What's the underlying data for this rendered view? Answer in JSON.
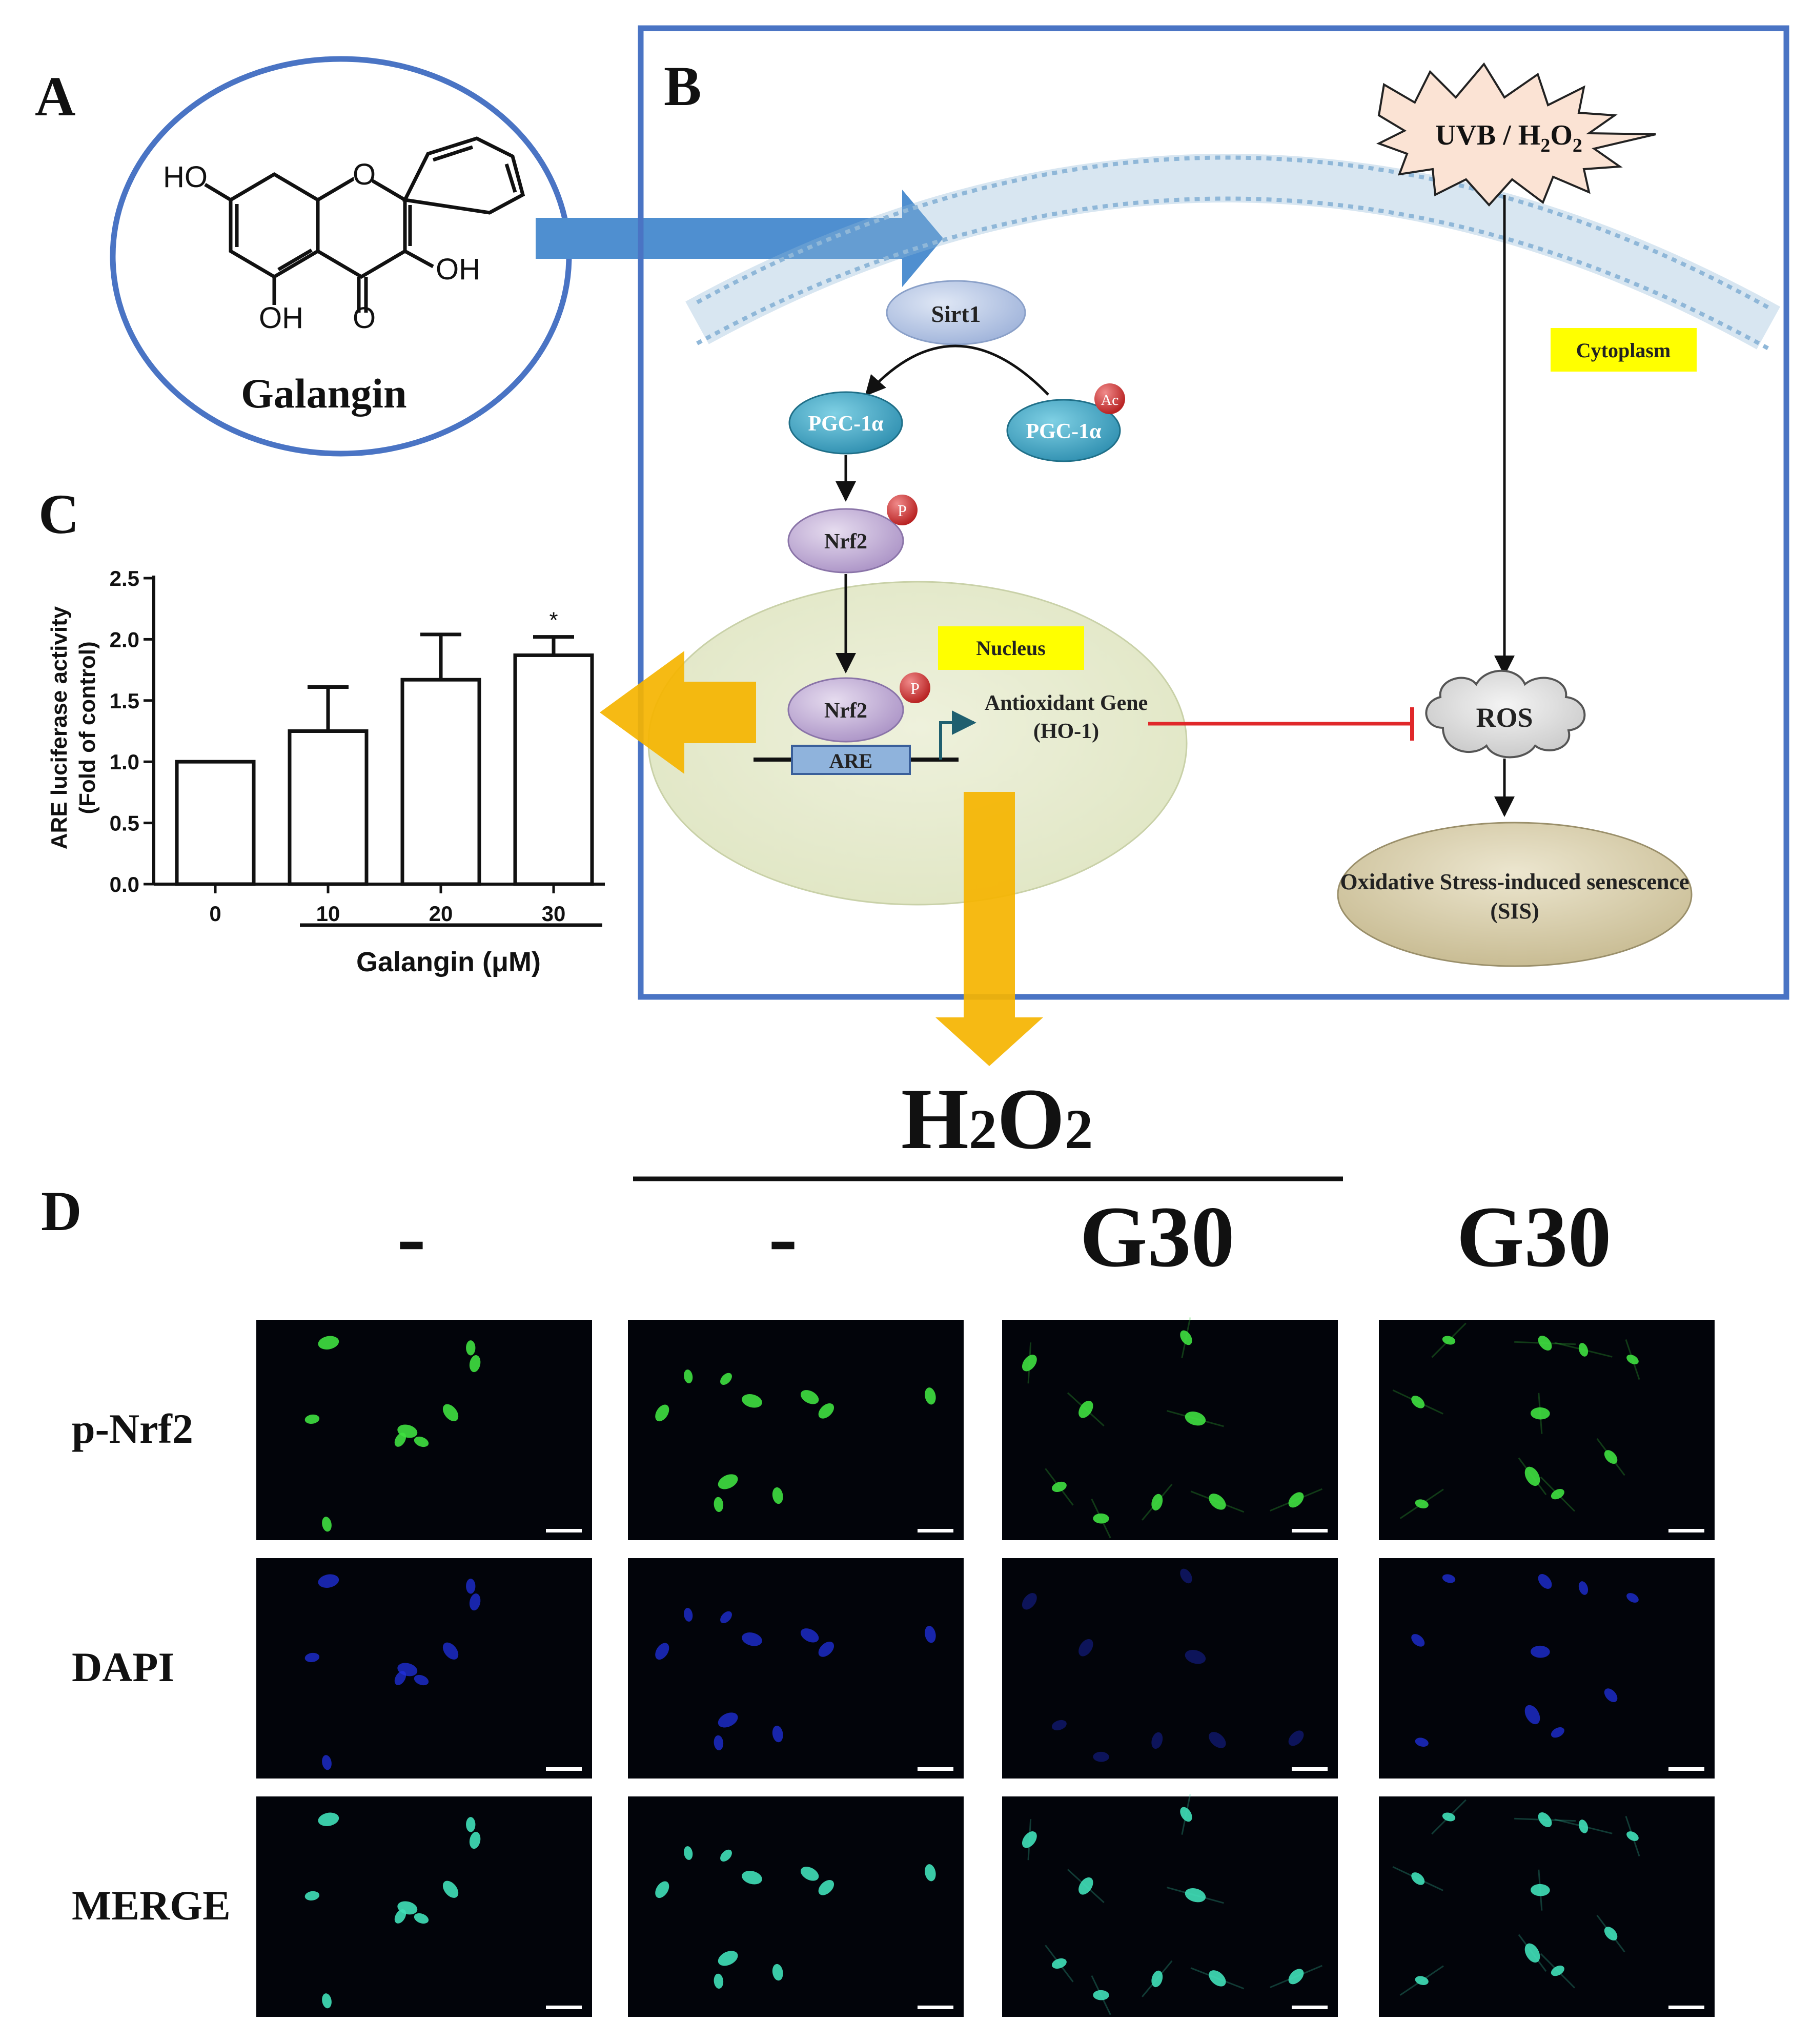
{
  "panels": {
    "a": "A",
    "b": "B",
    "c": "C",
    "d": "D"
  },
  "molecule": {
    "name": "Galangin",
    "groups": {
      "ho_left": "HO",
      "ring_o": "O",
      "oh_right": "OH",
      "oh_bottom": "OH",
      "keto_o": "O"
    }
  },
  "pathway": {
    "stimulus": "UVB / H",
    "stimulus_sub": "2",
    "stimulus_o": "O",
    "stimulus_sub2": "2",
    "sirt1": "Sirt1",
    "pgc1a_left": "PGC-1α",
    "pgc1a_right": "PGC-1α",
    "ac": "Ac",
    "p1": "P",
    "p2": "P",
    "nrf2_cyto": "Nrf2",
    "nrf2_nuc": "Nrf2",
    "are": "ARE",
    "cytoplasm": "Cytoplasm",
    "nucleus": "Nucleus",
    "gene_line1": "Antioxidant Gene",
    "gene_line2": "(HO-1)",
    "ros": "ROS",
    "sis_line1": "Oxidative Stress-induced senescence",
    "sis_line2": "(SIS)"
  },
  "chart_data": {
    "type": "bar",
    "categories": [
      "0",
      "10",
      "20",
      "30"
    ],
    "values": [
      1.0,
      1.25,
      1.67,
      1.87
    ],
    "errors": [
      0,
      0.36,
      0.37,
      0.15
    ],
    "significance": [
      "",
      "",
      "",
      "*"
    ],
    "ylim": [
      0,
      2.5
    ],
    "yticks": [
      "0.0",
      "0.5",
      "1.0",
      "1.5",
      "2.0",
      "2.5"
    ],
    "ytick_values": [
      0,
      0.5,
      1.0,
      1.5,
      2.0,
      2.5
    ],
    "ylabel_line1": "ARE luciferase activity",
    "ylabel_line2": "(Fold of control)",
    "xlabel": "Galangin (μM)"
  },
  "microscopy": {
    "treatment_header": "H",
    "treatment_sub": "2",
    "treatment_o": "O",
    "treatment_sub2": "2",
    "columns": [
      "-",
      "-",
      "G30",
      "G30"
    ],
    "rows": [
      "p-Nrf2",
      "DAPI",
      "MERGE"
    ]
  },
  "colors": {
    "panel_border": "#4a74c4",
    "arrow_blue": "#4f8fd0",
    "arrow_orange": "#f5b400",
    "inhibition_red": "#e0282a",
    "label_yellow": "#ffff00",
    "nucleus_fill": "#e8ecd0",
    "pgc_fill": "#3fa6c4",
    "nrf2_fill": "#c8b4d8",
    "sirt1_fill": "#b8c8e4",
    "sis_fill": "#d8cfb0",
    "stimulus_fill": "#fbe3d4",
    "green_signal": "#3fe040",
    "blue_signal": "#2030e0",
    "merge_signal": "#40e0b8"
  }
}
